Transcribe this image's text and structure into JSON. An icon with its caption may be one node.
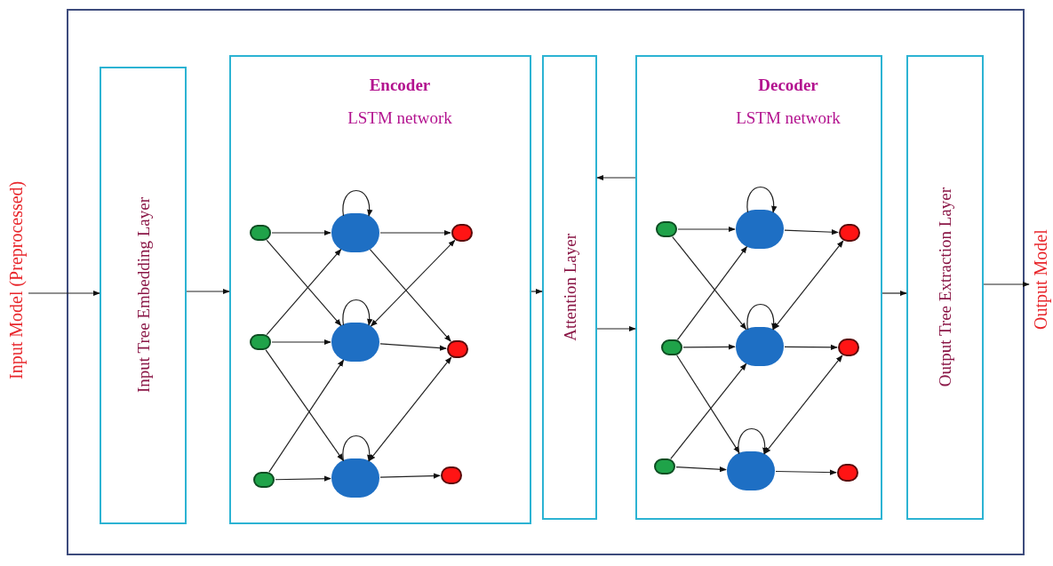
{
  "diagram": {
    "nodes": [
      {
        "text": [],
        "shape": "box"
      },
      {
        "text": [
          "Input Model (Preprocessed)"
        ]
      },
      {
        "text": [
          "Input Tree Embedding Layer"
        ],
        "in": 0
      },
      {
        "text": [
          "Encoder",
          "LSTM network"
        ],
        "in": 0
      },
      {
        "text": [
          "Attention Layer"
        ],
        "in": 0
      },
      {
        "text": [
          "Decoder",
          "LSTM network"
        ],
        "in": 0
      },
      {
        "text": [
          "Output Tree Extraction Layer"
        ],
        "in": 0
      },
      {
        "text": [
          "Output Model"
        ]
      },
      {
        "text": [],
        "shape": "circle",
        "in": 3
      },
      {
        "text": [],
        "shape": "circle",
        "in": 3
      },
      {
        "text": [],
        "shape": "circle",
        "in": 3
      },
      {
        "text": [],
        "shape": "circle",
        "in": 3
      },
      {
        "text": [],
        "shape": "circle",
        "in": 3
      },
      {
        "text": [],
        "shape": "circle",
        "in": 3
      },
      {
        "text": [],
        "shape": "circle",
        "in": 3
      },
      {
        "text": [],
        "shape": "circle",
        "in": 3
      },
      {
        "text": [],
        "shape": "circle",
        "in": 3
      },
      {
        "text": [],
        "shape": "circle",
        "in": 5
      },
      {
        "text": [],
        "shape": "circle",
        "in": 5
      },
      {
        "text": [],
        "shape": "circle",
        "in": 5
      },
      {
        "text": [],
        "shape": "circle",
        "in": 5
      },
      {
        "text": [],
        "shape": "circle",
        "in": 5
      },
      {
        "text": [],
        "shape": "circle",
        "in": 5
      },
      {
        "text": [],
        "shape": "circle",
        "in": 5
      },
      {
        "text": [],
        "shape": "circle",
        "in": 5
      },
      {
        "text": [],
        "shape": "circle",
        "in": 5
      }
    ],
    "edges": [
      {
        "from": 1,
        "to": 2,
        "arrow": "to"
      },
      {
        "from": 2,
        "to": 3,
        "arrow": "to"
      },
      {
        "from": 3,
        "to": 4,
        "arrow": "to"
      },
      {
        "from": 5,
        "to": 4,
        "arrow": "to"
      },
      {
        "from": 4,
        "to": 5,
        "arrow": "to"
      },
      {
        "from": 5,
        "to": 6,
        "arrow": "to"
      },
      {
        "from": 6,
        "to": 7,
        "arrow": "to"
      },
      {
        "from": 8,
        "to": 11,
        "arrow": "to"
      },
      {
        "from": 8,
        "to": 12,
        "arrow": "to"
      },
      {
        "from": 9,
        "to": 11,
        "arrow": "to"
      },
      {
        "from": 9,
        "to": 12,
        "arrow": "to"
      },
      {
        "from": 9,
        "to": 13,
        "arrow": "to"
      },
      {
        "from": 10,
        "to": 12,
        "arrow": "to"
      },
      {
        "from": 10,
        "to": 13,
        "arrow": "to"
      },
      {
        "from": 11,
        "to": 11,
        "arrow": "to"
      },
      {
        "from": 12,
        "to": 12,
        "arrow": "to"
      },
      {
        "from": 13,
        "to": 13,
        "arrow": "to"
      },
      {
        "from": 11,
        "to": 14,
        "arrow": "to"
      },
      {
        "from": 11,
        "to": 15,
        "arrow": "to"
      },
      {
        "from": 12,
        "to": 14,
        "arrow": "both"
      },
      {
        "from": 12,
        "to": 15,
        "arrow": "to"
      },
      {
        "from": 13,
        "to": 15,
        "arrow": "both"
      },
      {
        "from": 13,
        "to": 16,
        "arrow": "to"
      },
      {
        "from": 17,
        "to": 20,
        "arrow": "to"
      },
      {
        "from": 17,
        "to": 21,
        "arrow": "to"
      },
      {
        "from": 18,
        "to": 20,
        "arrow": "to"
      },
      {
        "from": 18,
        "to": 21,
        "arrow": "to"
      },
      {
        "from": 18,
        "to": 22,
        "arrow": "to"
      },
      {
        "from": 19,
        "to": 21,
        "arrow": "to"
      },
      {
        "from": 19,
        "to": 22,
        "arrow": "to"
      },
      {
        "from": 20,
        "to": 20,
        "arrow": "to"
      },
      {
        "from": 21,
        "to": 21,
        "arrow": "to"
      },
      {
        "from": 22,
        "to": 22,
        "arrow": "to"
      },
      {
        "from": 20,
        "to": 23,
        "arrow": "to"
      },
      {
        "from": 21,
        "to": 23,
        "arrow": "both"
      },
      {
        "from": 21,
        "to": 24,
        "arrow": "to"
      },
      {
        "from": 22,
        "to": 24,
        "arrow": "both"
      },
      {
        "from": 22,
        "to": 25,
        "arrow": "to"
      }
    ]
  }
}
